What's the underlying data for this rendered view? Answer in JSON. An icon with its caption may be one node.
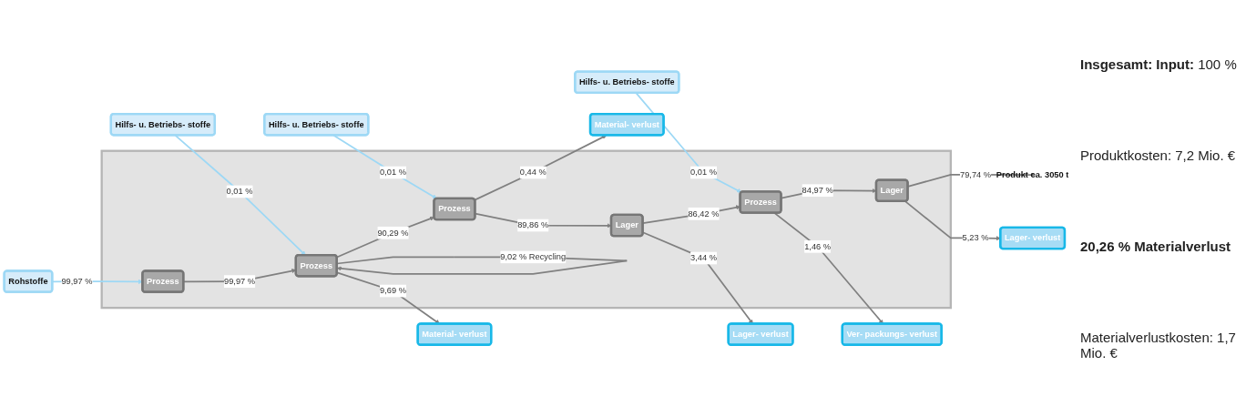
{
  "diagram": {
    "nodes": [
      {
        "text": [
          "Rohstoffe"
        ]
      },
      {
        "text": [
          "Hilfs- u. Betriebs- stoffe"
        ]
      },
      {
        "text": [
          "Hilfs- u. Betriebs- stoffe"
        ]
      },
      {
        "text": [
          "Hilfs- u. Betriebs- stoffe"
        ]
      },
      {
        "text": [],
        "shape": "box"
      },
      {
        "text": [
          "Prozess"
        ],
        "in": 4
      },
      {
        "text": [
          "Prozess"
        ],
        "in": 4
      },
      {
        "text": [
          "Prozess"
        ],
        "in": 4
      },
      {
        "text": [
          "Lager"
        ],
        "in": 4
      },
      {
        "text": [
          "Prozess"
        ],
        "in": 4
      },
      {
        "text": [
          "Lager"
        ],
        "in": 4
      },
      {
        "text": [
          "Material- verlust"
        ]
      },
      {
        "text": [
          "Material- verlust"
        ]
      },
      {
        "text": [
          "Lager- verlust"
        ]
      },
      {
        "text": [
          "Ver- packungs- verlust"
        ]
      },
      {
        "text": [
          "Lager- verlust"
        ]
      },
      {
        "text": [
          "Produkt ca. 3050 t"
        ]
      }
    ],
    "edges": [
      {
        "from": 0,
        "to": 5,
        "arrow": "to",
        "label": "99,97 %",
        "color": "#9dd8f5"
      },
      {
        "from": 1,
        "to": 6,
        "arrow": "to",
        "label": "0,01 %",
        "color": "#9dd8f5"
      },
      {
        "from": 2,
        "to": 7,
        "arrow": "to",
        "label": "0,01 %",
        "color": "#9dd8f5"
      },
      {
        "from": 3,
        "to": 9,
        "arrow": "to",
        "label": "0,01 %",
        "color": "#9dd8f5"
      },
      {
        "from": 5,
        "to": 6,
        "arrow": "to",
        "label": "99,97 %"
      },
      {
        "from": 6,
        "to": 7,
        "arrow": "to",
        "label": "90,29 %"
      },
      {
        "from": 7,
        "to": 8,
        "arrow": "to",
        "label": "89,86 %"
      },
      {
        "from": 8,
        "to": 9,
        "arrow": "to",
        "label": "86,42 %"
      },
      {
        "from": 9,
        "to": 10,
        "arrow": "to",
        "label": "84,97 %"
      },
      {
        "from": 10,
        "to": 16,
        "arrow": "to",
        "label": "79,74 %"
      },
      {
        "from": 6,
        "to": 6,
        "arrow": "to",
        "label": "9,02 % Recycling"
      },
      {
        "from": 6,
        "to": 11,
        "arrow": "to",
        "label": "9,69 %"
      },
      {
        "from": 7,
        "to": 12,
        "arrow": "to",
        "label": "0,44 %"
      },
      {
        "from": 8,
        "to": 13,
        "arrow": "to",
        "label": "3,44 %"
      },
      {
        "from": 9,
        "to": 14,
        "arrow": "to",
        "label": "1,46 %"
      },
      {
        "from": 10,
        "to": 15,
        "arrow": "to",
        "label": "5,23 %"
      }
    ],
    "labels": [
      "**Insgesamt: Input:** 100 %",
      "Produktkosten: 7,2 Mio. €",
      "20,26 % Materialverlust",
      "Materialverlustkosten: 1,7 Mio. €"
    ]
  }
}
